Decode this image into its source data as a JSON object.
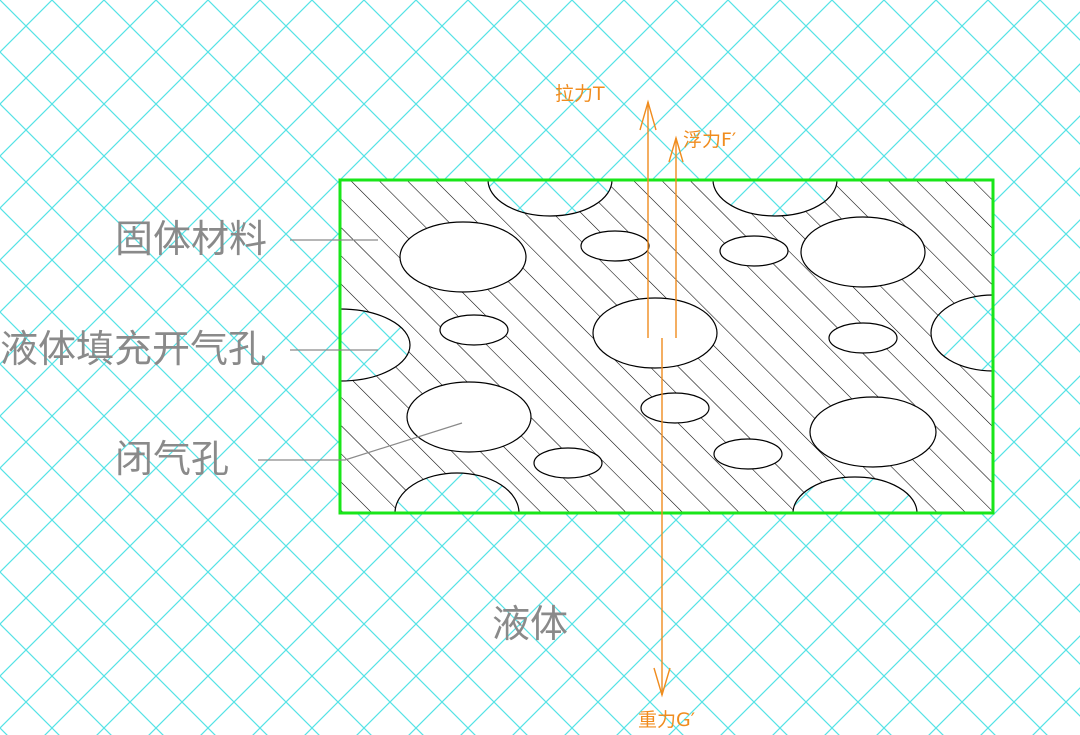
{
  "labels": {
    "solid_material": "固体材料",
    "open_pore": "液体填充开气孔",
    "closed_pore": "闭气孔",
    "liquid": "液体"
  },
  "forces": {
    "tension": "拉力T",
    "buoyancy": "浮力F′",
    "gravity": "重力G′"
  },
  "colors": {
    "liquid_hatch": "#55e3e6",
    "solid_hatch": "#000000",
    "sample_border": "#19e619",
    "force_arrows": "#f08c1e",
    "label_text": "#8a8a8a"
  }
}
